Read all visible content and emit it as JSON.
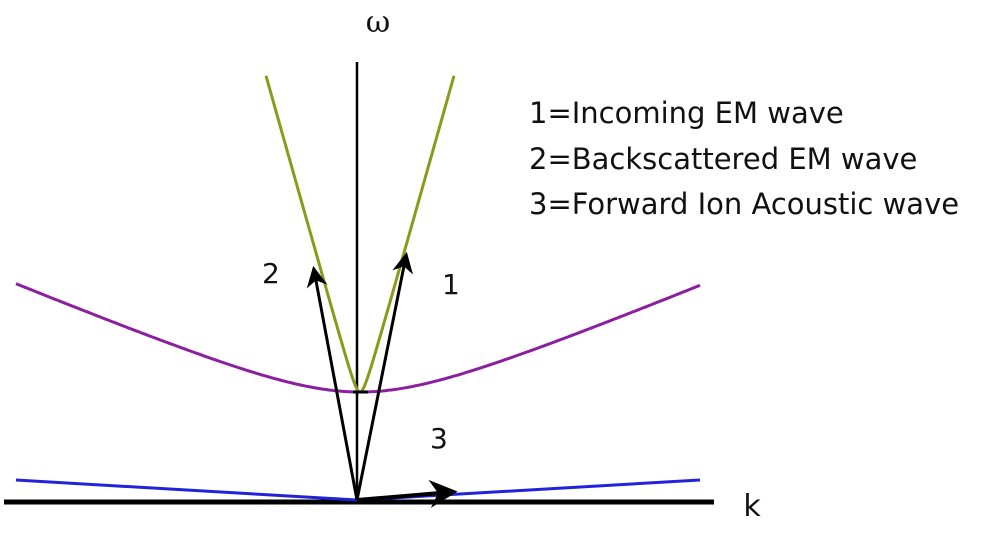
{
  "axes": {
    "vertical_label": "ω",
    "horizontal_label": "k"
  },
  "legend": [
    "1=Incoming EM wave",
    "2=Backscattered EM wave",
    "3=Forward Ion Acoustic wave"
  ],
  "vector_labels": {
    "incoming": "1",
    "backscattered": "2",
    "ion_acoustic": "3"
  },
  "colors": {
    "axes": "#000000",
    "em_dispersion": "#8a9a1a",
    "plasma_dispersion": "#8b1fa0",
    "ion_acoustic_dispersion": "#2222dd",
    "arrows": "#000000"
  }
}
